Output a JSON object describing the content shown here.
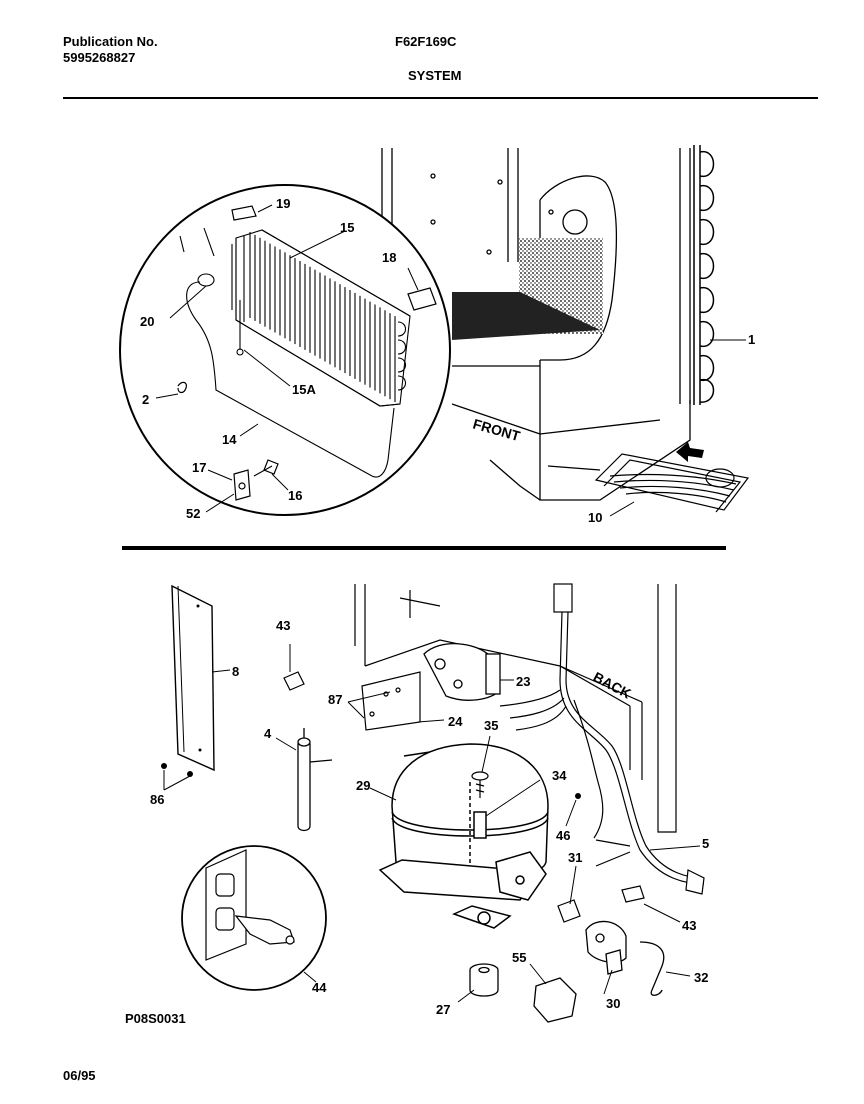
{
  "header": {
    "publication_label": "Publication No.",
    "publication_number": "5995268827",
    "model": "F62F169C",
    "section": "SYSTEM"
  },
  "upper_view": {
    "direction_label": "FRONT",
    "callouts": [
      "19",
      "15",
      "18",
      "20",
      "15A",
      "2",
      "14",
      "17",
      "16",
      "52",
      "1",
      "10"
    ]
  },
  "lower_view": {
    "direction_label": "BACK",
    "callouts": [
      "8",
      "43",
      "87",
      "23",
      "24",
      "4",
      "35",
      "34",
      "29",
      "86",
      "46",
      "5",
      "31",
      "43",
      "44",
      "55",
      "32",
      "27",
      "30"
    ]
  },
  "footer": {
    "drawing_code": "P08S0031",
    "date": "06/95"
  }
}
